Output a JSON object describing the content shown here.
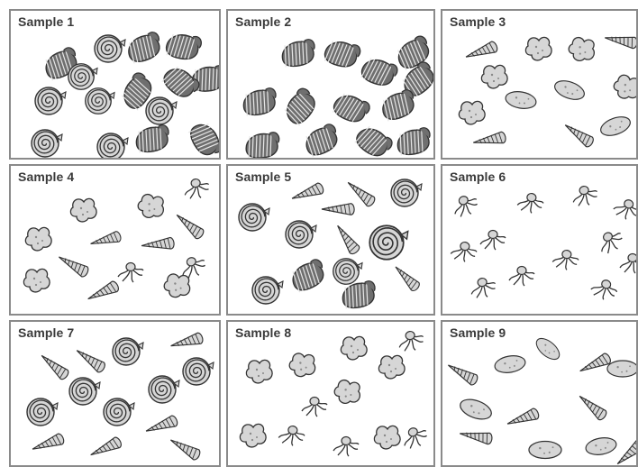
{
  "samples": [
    {
      "label": "Sample 1",
      "contents": [
        "spiral-shell",
        "ribbed-shell"
      ]
    },
    {
      "label": "Sample 2",
      "contents": [
        "ribbed-shell"
      ]
    },
    {
      "label": "Sample 3",
      "contents": [
        "cone-shell",
        "blob-fossil",
        "oval-stone"
      ]
    },
    {
      "label": "Sample 4",
      "contents": [
        "blob-fossil",
        "cone-shell",
        "crawler-fossil"
      ]
    },
    {
      "label": "Sample 5",
      "contents": [
        "cone-shell",
        "spiral-shell",
        "ribbed-shell"
      ]
    },
    {
      "label": "Sample 6",
      "contents": [
        "crawler-fossil"
      ]
    },
    {
      "label": "Sample 7",
      "contents": [
        "cone-shell",
        "spiral-shell"
      ]
    },
    {
      "label": "Sample 8",
      "contents": [
        "blob-fossil",
        "crawler-fossil"
      ]
    },
    {
      "label": "Sample 9",
      "contents": [
        "cone-shell",
        "oval-stone"
      ]
    }
  ],
  "colors": {
    "border": "#8a8a8a",
    "ribbed": "#6f6f6f",
    "light": "#d6d6d6",
    "outline": "#333333"
  }
}
